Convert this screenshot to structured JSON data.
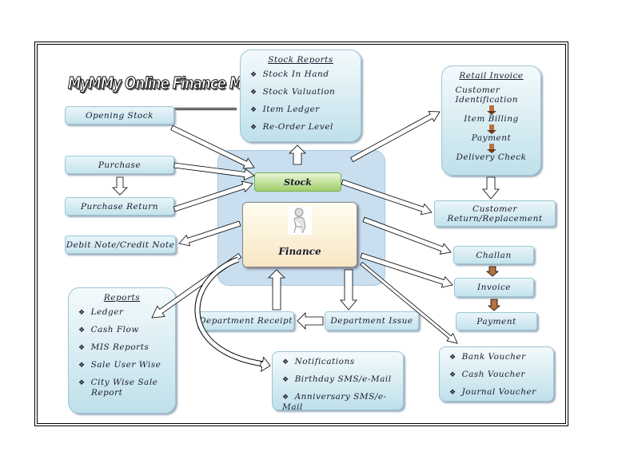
{
  "title": "MyMMy Online Finance Module",
  "center": {
    "stock": "Stock",
    "finance": "Finance",
    "finance_icon": "person-thinking-icon"
  },
  "boxes": {
    "opening_stock": "Opening Stock",
    "purchase": "Purchase",
    "purchase_return": "Purchase Return",
    "debit_credit_note": "Debit Note/Credit Note",
    "customer_return": "Customer Return/Replacement",
    "challan": "Challan",
    "invoice": "Invoice",
    "payment": "Payment",
    "department_receipt": "Department Receipt",
    "department_issue": "Department Issue"
  },
  "stock_reports": {
    "title": "Stock Reports",
    "items": [
      "Stock In Hand",
      "Stock Valuation",
      "Item Ledger",
      "Re-Order Level"
    ]
  },
  "retail_invoice": {
    "title": "Retail Invoice",
    "steps": [
      "Customer Identification",
      "Item Billing",
      "Payment",
      "Delivery Check"
    ]
  },
  "reports": {
    "title": "Reports",
    "items": [
      "Ledger",
      "Cash Flow",
      "MIS Reports",
      "Sale User Wise",
      "City Wise Sale Report"
    ]
  },
  "notifications": {
    "items": [
      "Notifications",
      "Birthday SMS/e-Mail",
      "Anniversary SMS/e-Mail"
    ]
  },
  "vouchers": {
    "items": [
      "Bank Voucher",
      "Cash Voucher",
      "Journal Voucher"
    ]
  },
  "colors": {
    "box_fill": "#c4e3ec",
    "stock_fill": "#9fcf6a",
    "center_fill": "#c9dff0",
    "step_arrow": "#b8713f"
  }
}
